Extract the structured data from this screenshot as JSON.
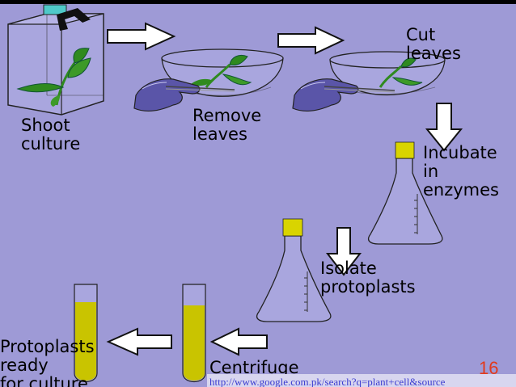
{
  "colors": {
    "background": "#9e9ad6",
    "arrow_fill": "#ffffff",
    "tube_fill": "#c9c400",
    "page_number": "#e23a1c",
    "url_bar": "#d8d6ef",
    "glove": "#5a55a8",
    "leaf": "#2f8a1f"
  },
  "steps": {
    "shoot_culture": [
      "Shoot",
      "culture"
    ],
    "remove_leaves": [
      "Remove",
      "leaves"
    ],
    "cut_leaves": [
      "Cut",
      "leaves"
    ],
    "incubate": [
      "Incubate",
      "in",
      "enzymes"
    ],
    "isolate": [
      "Isolate",
      "protoplasts"
    ],
    "centrifuge": [
      "Centrifuge"
    ],
    "ready": [
      "Protoplasts",
      "ready",
      "for culture"
    ]
  },
  "page_number": "16",
  "source_url": "http://www.google.com.pk/search?q=plant+cell&source"
}
